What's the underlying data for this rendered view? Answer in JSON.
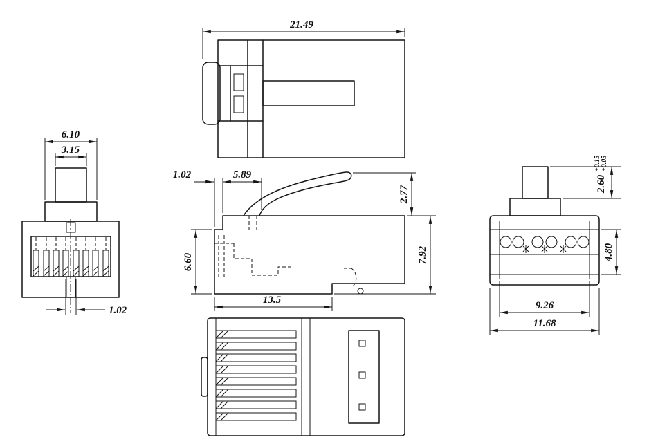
{
  "dims": {
    "overall_length": "21.49",
    "front_step_width": "6.10",
    "latch_tab_width": "3.15",
    "contact_pitch": "1.02",
    "front_lip": "1.02",
    "latch_offset": "5.89",
    "latch_rise": "2.77",
    "body_height": "7.92",
    "front_height": "6.60",
    "body_length": "13.5",
    "tab_thickness": "2.60",
    "tab_tol_upper": "+0.15",
    "tab_tol_lower": "+0.05",
    "cavity_height": "4.80",
    "inner_width": "9.26",
    "overall_width": "11.68"
  }
}
